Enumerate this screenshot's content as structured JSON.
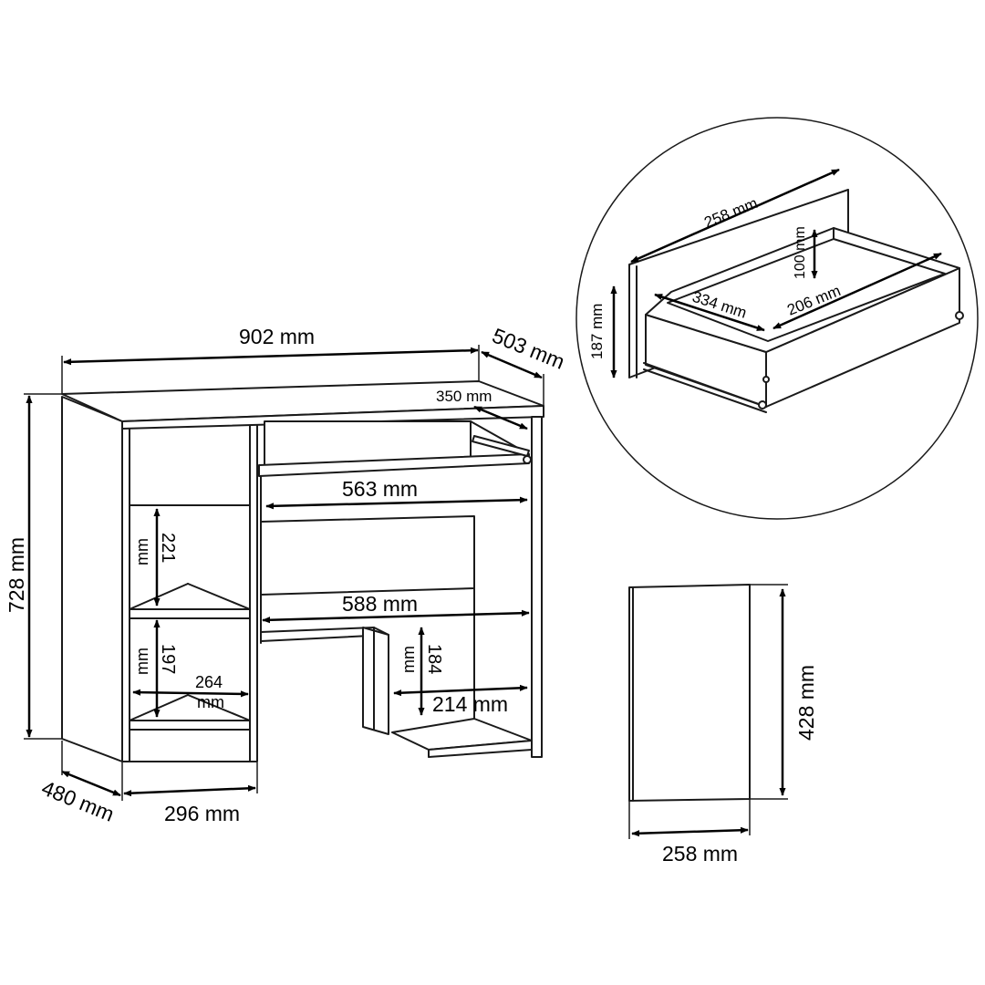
{
  "desk": {
    "width": "902 mm",
    "depth_top": "503 mm",
    "height": "728 mm",
    "depth_side": "480 mm",
    "cabinet_width": "296 mm",
    "keyboard_depth": "350 mm",
    "keyboard_width": "563 mm",
    "knee_width": "588 mm",
    "shelf_upper_height": "221",
    "shelf_upper_unit": "mm",
    "shelf_lower_height": "197",
    "shelf_lower_unit": "mm",
    "shelf_depth": "264",
    "shelf_depth_unit": "mm",
    "bottom_shelf_height": "184",
    "bottom_shelf_unit": "mm",
    "bottom_shelf_width": "214 mm"
  },
  "drawer_detail": {
    "front_width": "258 mm",
    "front_height": "187 mm",
    "inner_height": "100 mm",
    "inner_depth": "334 mm",
    "inner_width": "206 mm"
  },
  "panel": {
    "height": "428 mm",
    "width": "258 mm"
  },
  "colors": {
    "line": "#1a1a1a",
    "background": "#ffffff"
  }
}
